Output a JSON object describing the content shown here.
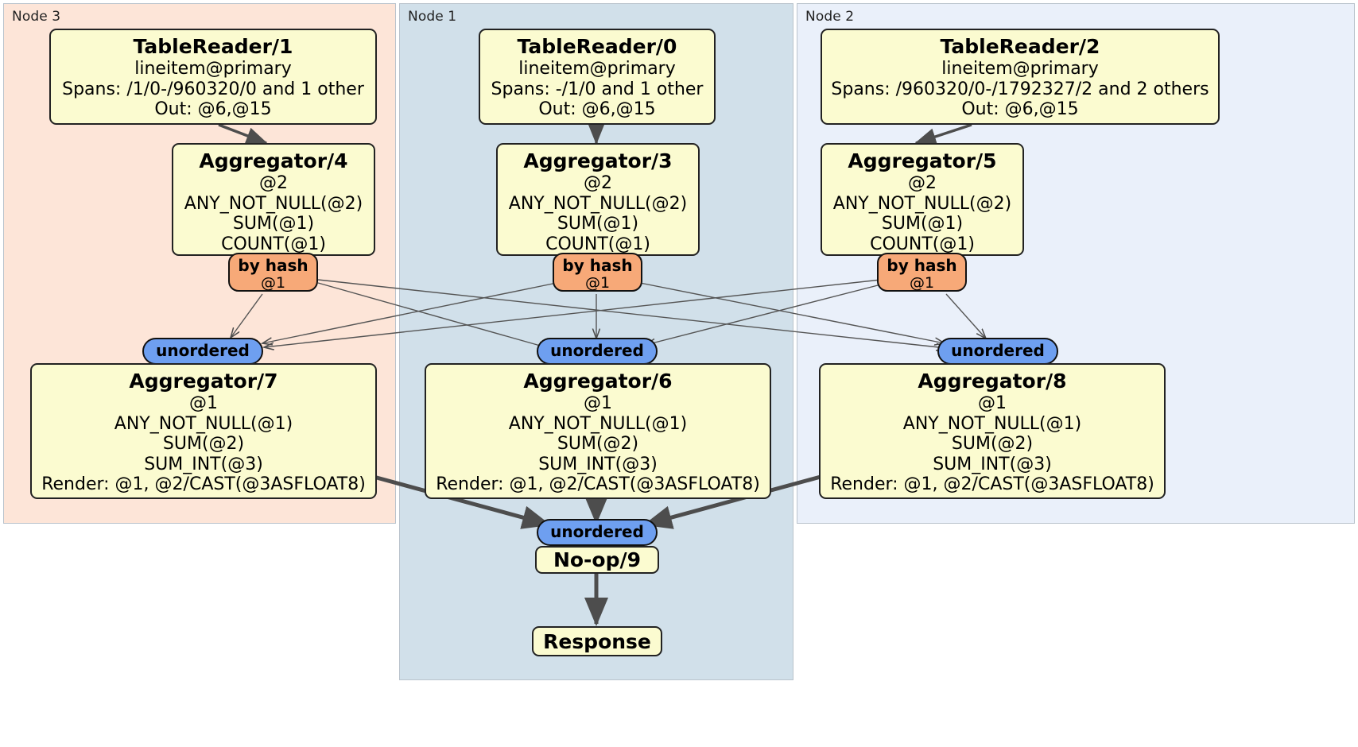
{
  "diagram": {
    "type": "distributed-query-plan",
    "colors": {
      "node3_panel": "#fde5d8",
      "node1_panel": "#d1e0ea",
      "node2_panel": "#eaf0fa",
      "processor_box": "#fbfbd0",
      "hash_pill": "#f7a978",
      "unordered_pill": "#6e9ff0",
      "edge": "#555555",
      "border": "#222222"
    }
  },
  "nodes": [
    {
      "id": "node3",
      "label": "Node 3"
    },
    {
      "id": "node1",
      "label": "Node 1"
    },
    {
      "id": "node2",
      "label": "Node 2"
    }
  ],
  "processors": {
    "table_reader_1": {
      "title": "TableReader/1",
      "lines": [
        "lineitem@primary",
        "Spans: /1/0-/960320/0 and 1 other",
        "Out: @6,@15"
      ]
    },
    "table_reader_0": {
      "title": "TableReader/0",
      "lines": [
        "lineitem@primary",
        "Spans: -/1/0 and 1 other",
        "Out: @6,@15"
      ]
    },
    "table_reader_2": {
      "title": "TableReader/2",
      "lines": [
        "lineitem@primary",
        "Spans: /960320/0-/1792327/2 and 2 others",
        "Out: @6,@15"
      ]
    },
    "aggregator_4": {
      "title": "Aggregator/4",
      "lines": [
        "@2",
        "ANY_NOT_NULL(@2)",
        "SUM(@1)",
        "COUNT(@1)"
      ]
    },
    "aggregator_3": {
      "title": "Aggregator/3",
      "lines": [
        "@2",
        "ANY_NOT_NULL(@2)",
        "SUM(@1)",
        "COUNT(@1)"
      ]
    },
    "aggregator_5": {
      "title": "Aggregator/5",
      "lines": [
        "@2",
        "ANY_NOT_NULL(@2)",
        "SUM(@1)",
        "COUNT(@1)"
      ]
    },
    "aggregator_7": {
      "title": "Aggregator/7",
      "lines": [
        "@1",
        "ANY_NOT_NULL(@1)",
        "SUM(@2)",
        "SUM_INT(@3)",
        "Render: @1, @2/CAST(@3ASFLOAT8)"
      ]
    },
    "aggregator_6": {
      "title": "Aggregator/6",
      "lines": [
        "@1",
        "ANY_NOT_NULL(@1)",
        "SUM(@2)",
        "SUM_INT(@3)",
        "Render: @1, @2/CAST(@3ASFLOAT8)"
      ]
    },
    "aggregator_8": {
      "title": "Aggregator/8",
      "lines": [
        "@1",
        "ANY_NOT_NULL(@1)",
        "SUM(@2)",
        "SUM_INT(@3)",
        "Render: @1, @2/CAST(@3ASFLOAT8)"
      ]
    },
    "noop_9": {
      "title": "No-op/9",
      "lines": []
    },
    "response": {
      "title": "Response",
      "lines": []
    }
  },
  "routers": {
    "hash_4": {
      "title": "by hash",
      "sub": "@1"
    },
    "hash_3": {
      "title": "by hash",
      "sub": "@1"
    },
    "hash_5": {
      "title": "by hash",
      "sub": "@1"
    },
    "unordered_7": {
      "title": "unordered",
      "sub": ""
    },
    "unordered_6": {
      "title": "unordered",
      "sub": ""
    },
    "unordered_8": {
      "title": "unordered",
      "sub": ""
    },
    "unordered_9": {
      "title": "unordered",
      "sub": ""
    }
  }
}
